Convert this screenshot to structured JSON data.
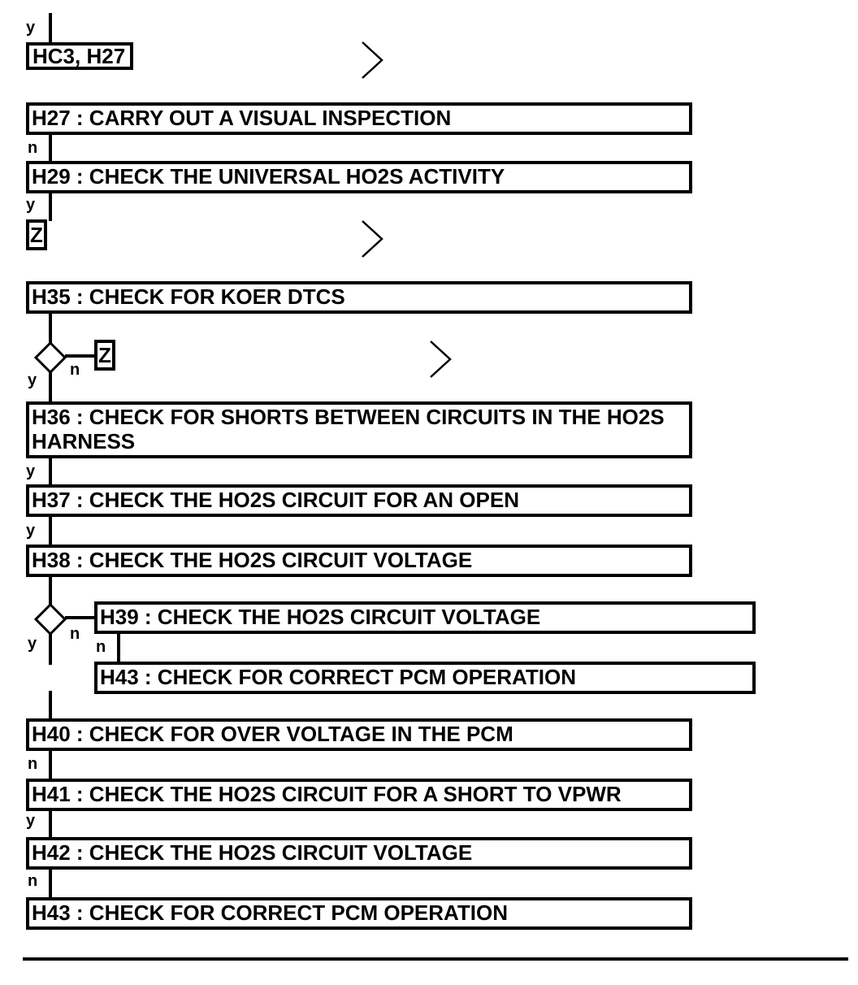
{
  "flow": {
    "top_branch_label": "y",
    "ref_box": "HC3, H27",
    "steps": {
      "h27": "H27 : CARRY OUT A VISUAL INSPECTION",
      "h29": "H29 : CHECK THE UNIVERSAL HO2S ACTIVITY",
      "h35": "H35 : CHECK FOR KOER DTCS",
      "h36": "H36 : CHECK FOR SHORTS BETWEEN CIRCUITS IN THE HO2S HARNESS",
      "h37": "H37 : CHECK THE HO2S CIRCUIT FOR AN OPEN",
      "h38": "H38 : CHECK THE HO2S CIRCUIT VOLTAGE",
      "h39": "H39 : CHECK THE HO2S CIRCUIT VOLTAGE",
      "h43_branch": "H43 : CHECK FOR CORRECT PCM OPERATION",
      "h40": "H40 : CHECK FOR OVER VOLTAGE IN THE PCM",
      "h41": "H41 : CHECK THE HO2S CIRCUIT FOR A SHORT TO VPWR",
      "h42": "H42 : CHECK THE HO2S CIRCUIT VOLTAGE",
      "h43": "H43 : CHECK FOR CORRECT PCM OPERATION"
    },
    "z_marker_1": "Z",
    "z_marker_2": "Z",
    "edge_labels": {
      "h27_h29": "n",
      "h29_z": "y",
      "dec1_n": "n",
      "dec1_y": "y",
      "h36_h37": "y",
      "h37_h38": "y",
      "dec2_n": "n",
      "dec2_y": "y",
      "h39_h43": "n",
      "h40_h41": "n",
      "h41_h42": "y",
      "h42_h43": "n"
    },
    "icons": [
      "chevron-right-icon",
      "decision-diamond-icon"
    ],
    "colors": {
      "line": "#000000",
      "background": "#ffffff"
    }
  }
}
